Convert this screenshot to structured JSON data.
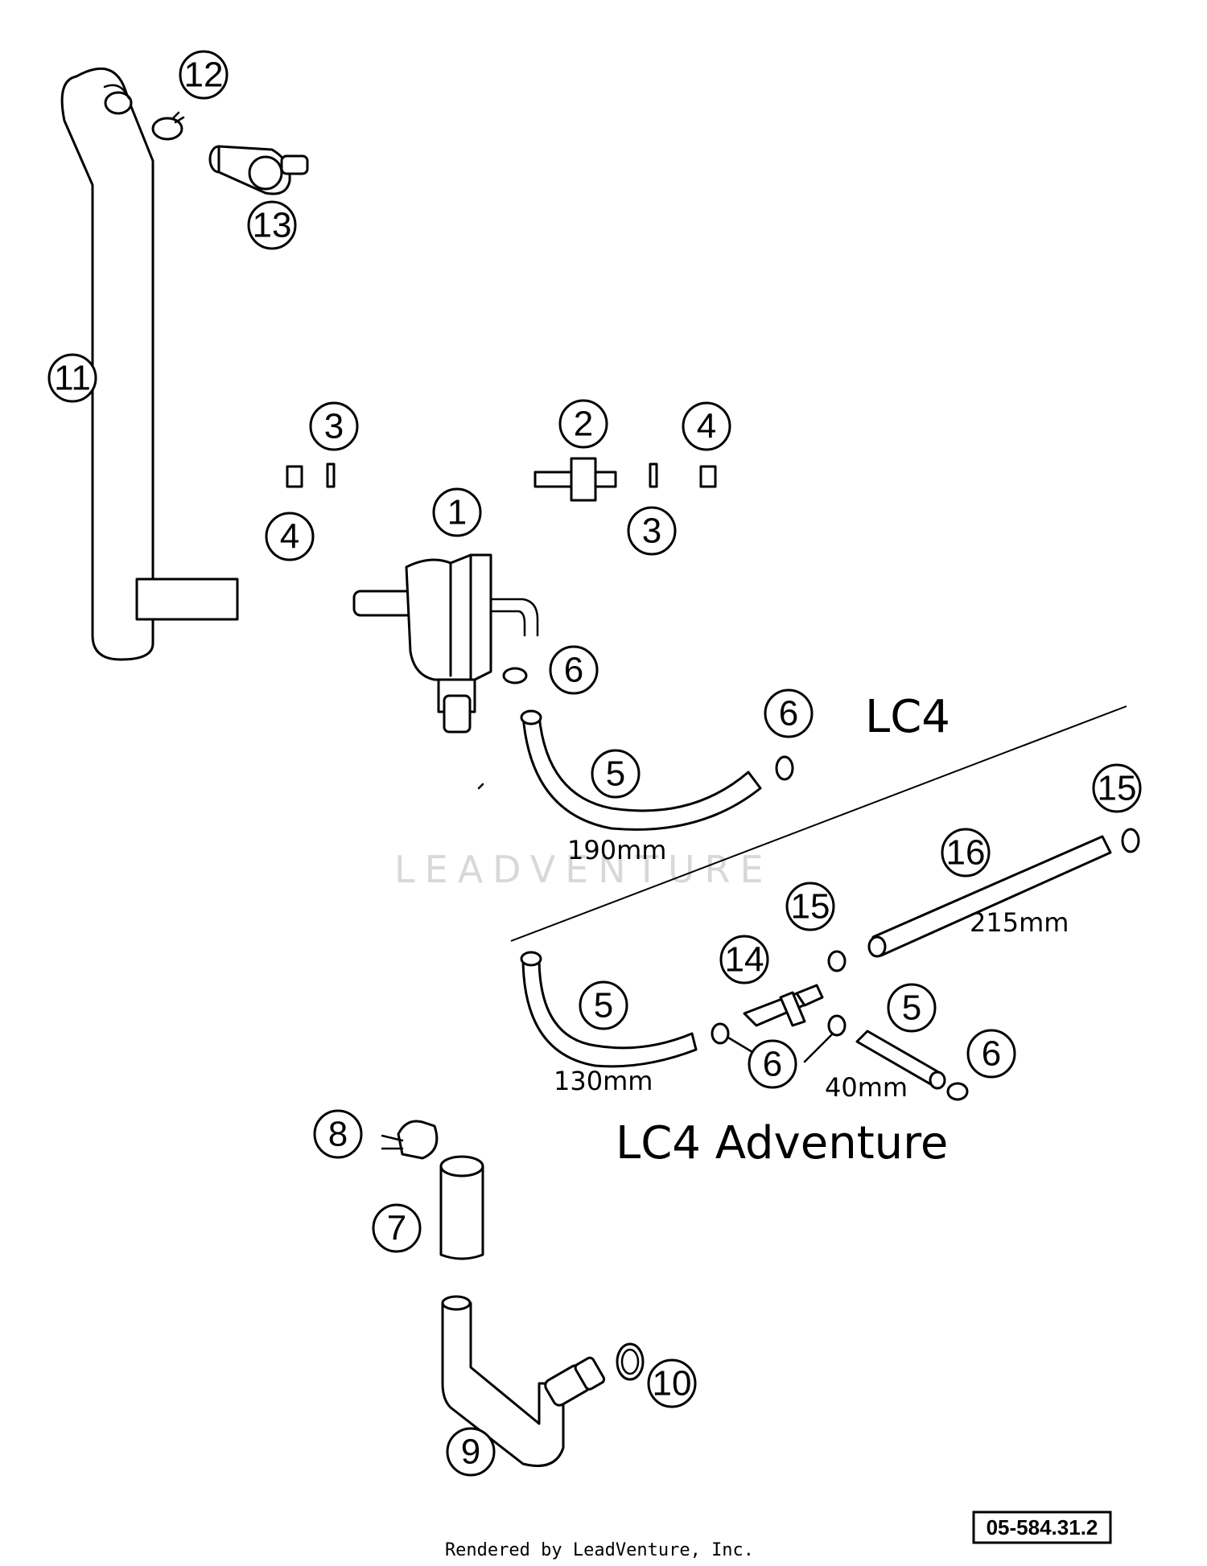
{
  "diagram": {
    "callouts": [
      "1",
      "2",
      "3",
      "3",
      "4",
      "4",
      "5",
      "5",
      "5",
      "6",
      "6",
      "6",
      "6",
      "7",
      "8",
      "9",
      "10",
      "11",
      "12",
      "13",
      "14",
      "15",
      "15",
      "16"
    ],
    "sections": {
      "lc4": "LC4",
      "adventure": "LC4 Adventure"
    },
    "dimensions": {
      "hose_lc4": "190mm",
      "hose_16": "215mm",
      "hose_long": "130mm",
      "hose_short": "40mm"
    },
    "reference": "05-584.31.2",
    "watermark": "LEADVENTURE",
    "footer": "Rendered by LeadVenture, Inc."
  }
}
